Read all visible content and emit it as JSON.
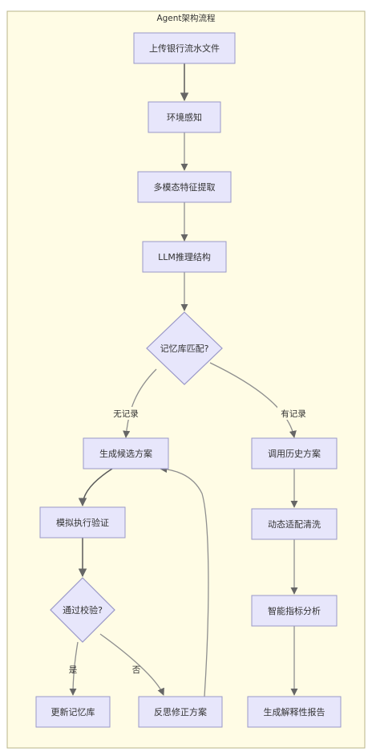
{
  "title": "Agent架构流程",
  "nodes": {
    "upload": "上传银行流水文件",
    "env": "环境感知",
    "features": "多模态特征提取",
    "llm": "LLM推理结构",
    "memory": "记忆库匹配?",
    "generate": "生成候选方案",
    "history": "调用历史方案",
    "simulate": "模拟执行验证",
    "adapt": "动态适配清洗",
    "check": "通过校验?",
    "indicator": "智能指标分析",
    "update": "更新记忆库",
    "reflect": "反思修正方案",
    "report": "生成解释性报告"
  },
  "edges": {
    "no_record": "无记录",
    "has_record": "有记录",
    "yes": "是",
    "no": "否"
  },
  "colors": {
    "frame_fill": "#fffce5",
    "node_fill": "#e7e6fb",
    "node_stroke": "#9a98c8"
  }
}
